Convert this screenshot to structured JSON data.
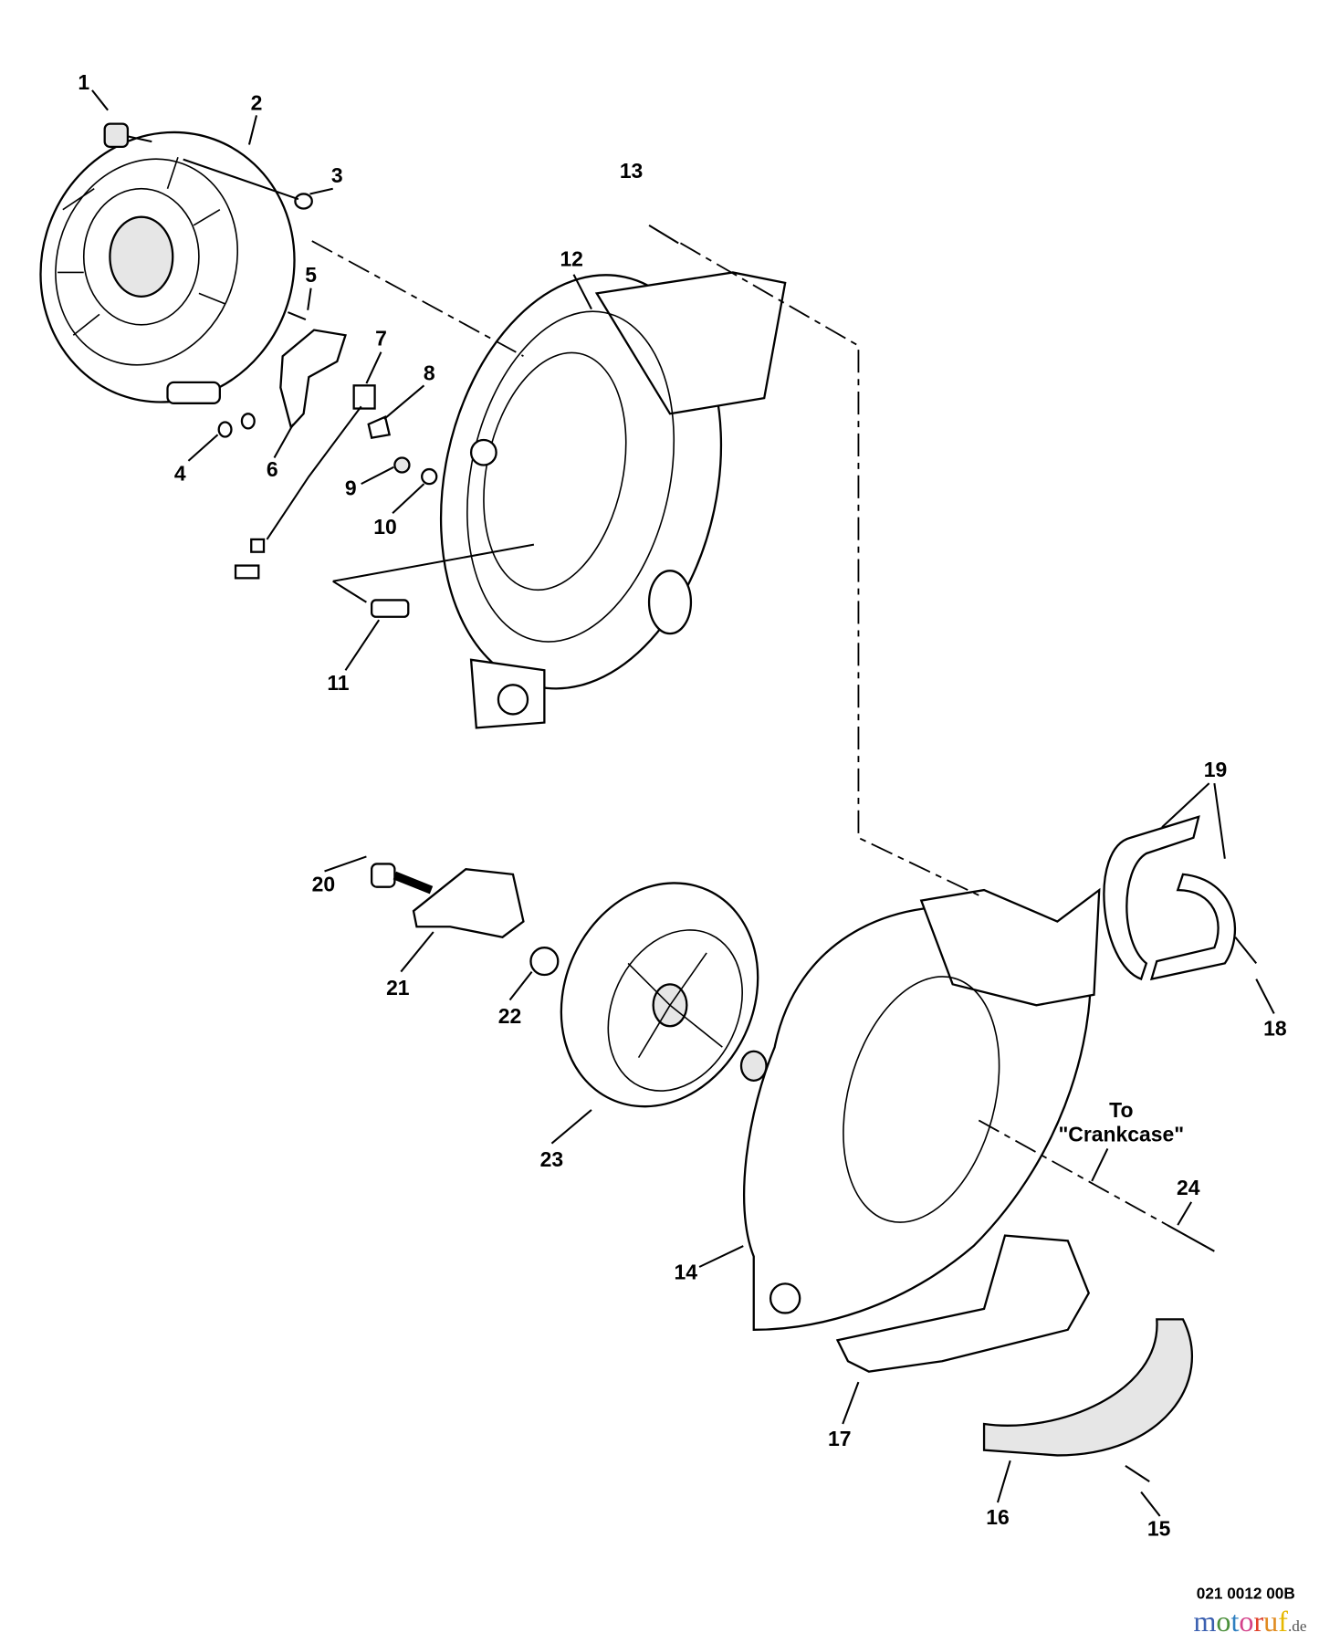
{
  "diagram": {
    "labels": [
      "1",
      "2",
      "3",
      "4",
      "5",
      "6",
      "7",
      "8",
      "9",
      "10",
      "11",
      "12",
      "13",
      "14",
      "15",
      "16",
      "17",
      "18",
      "19",
      "20",
      "21",
      "22",
      "23",
      "24"
    ],
    "note_line1": "To",
    "note_line2": "\"Crankcase\"",
    "drawing_code": "021 0012 00B",
    "watermark": "motoruf.de"
  }
}
